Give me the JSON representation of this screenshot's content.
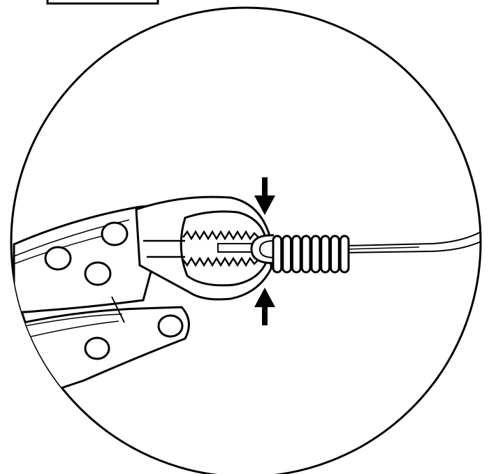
{
  "figure": {
    "subject": "pliers-crimping-wire-icon",
    "tag_label": "",
    "arrows": [
      {
        "name": "top-press-arrow",
        "direction": "down"
      },
      {
        "name": "bottom-press-arrow",
        "direction": "up"
      }
    ],
    "coil_turns": 8,
    "colors": {
      "background": "#ffffff",
      "stroke": "#000000",
      "fill": "#ffffff"
    }
  }
}
